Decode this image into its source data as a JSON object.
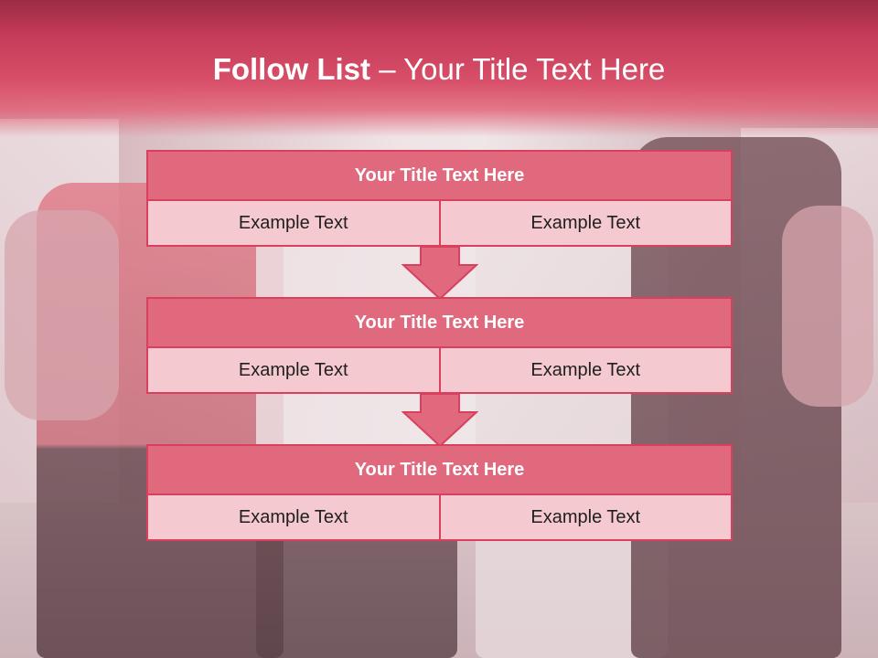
{
  "slide": {
    "title_bold": "Follow List",
    "title_rest": " – Your Title Text Here"
  },
  "blocks": [
    {
      "title": "Your Title Text Here",
      "cells": [
        "Example Text",
        "Example Text"
      ]
    },
    {
      "title": "Your Title Text Here",
      "cells": [
        "Example Text",
        "Example Text"
      ]
    },
    {
      "title": "Your Title Text Here",
      "cells": [
        "Example Text",
        "Example Text"
      ]
    }
  ],
  "colors": {
    "header": "#d9506a",
    "block_head": "#e0697e",
    "block_cell": "#f5c9d0",
    "border": "#d9405e",
    "arrow": "#e0697e"
  }
}
